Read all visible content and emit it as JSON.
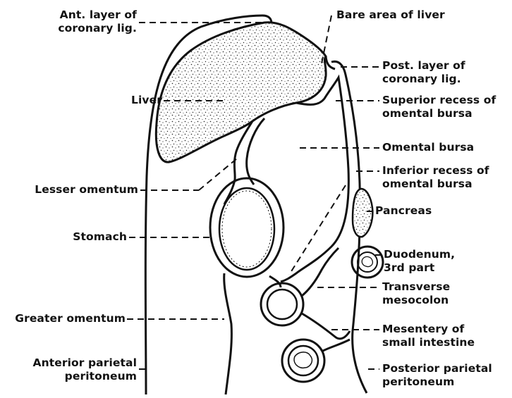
{
  "diagram": {
    "stroke_color": "#111111",
    "fill_color": "#ffffff",
    "stipple_color": "#222222",
    "labels": {
      "ant_layer": [
        "Ant. layer of",
        "coronary lig."
      ],
      "bare_area": [
        "Bare area of liver"
      ],
      "post_layer": [
        "Post. layer of",
        "coronary lig."
      ],
      "superior_recess": [
        "Superior recess of",
        "omental bursa"
      ],
      "liver": [
        "Liver"
      ],
      "omental_bursa": [
        "Omental bursa"
      ],
      "inferior_recess": [
        "Inferior recess of",
        "omental bursa"
      ],
      "lesser_omentum": [
        "Lesser omentum"
      ],
      "pancreas": [
        "Pancreas"
      ],
      "stomach": [
        "Stomach"
      ],
      "duodenum": [
        "Duodenum,",
        "3rd part"
      ],
      "transverse_mesocolon": [
        "Transverse",
        "mesocolon"
      ],
      "greater_omentum": [
        "Greater omentum"
      ],
      "mesentery": [
        "Mesentery of",
        "small intestine"
      ],
      "anterior_parietal": [
        "Anterior parietal",
        "peritoneum"
      ],
      "posterior_parietal": [
        "Posterior parietal",
        "peritoneum"
      ]
    }
  }
}
